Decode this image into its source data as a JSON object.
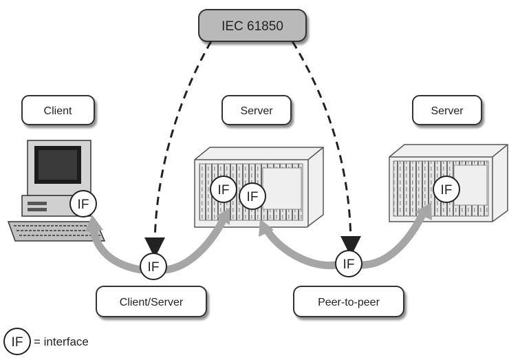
{
  "standard": {
    "label": "IEC 61850"
  },
  "devices": {
    "client": {
      "label": "Client",
      "icon": "computer-icon"
    },
    "server_1": {
      "label": "Server",
      "icon": "server-rack-icon"
    },
    "server_2": {
      "label": "Server",
      "icon": "server-rack-icon"
    }
  },
  "connections": {
    "client_server": {
      "label": "Client/Server"
    },
    "peer_to_peer": {
      "label": "Peer-to-peer"
    }
  },
  "interface_marker": {
    "text": "IF"
  },
  "legend": {
    "symbol": "IF",
    "text": "= interface"
  },
  "colors": {
    "standard_box_fill": "#b9b9b9",
    "arrow_gray": "#a6a6a6",
    "box_stroke": "#333333"
  }
}
